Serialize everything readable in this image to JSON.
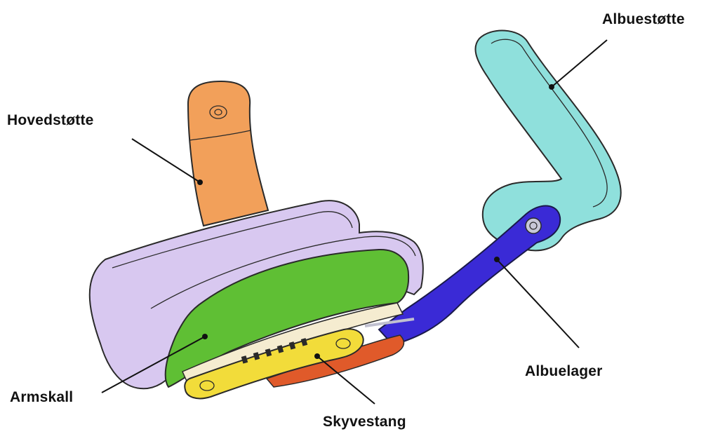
{
  "labels": {
    "albuestotte": "Albuestøtte",
    "hovedstotte": "Hovedstøtte",
    "albuelager": "Albuelager",
    "armskall": "Armskall",
    "skyvestang": "Skyvestang"
  },
  "parts": [
    {
      "id": "albuestotte",
      "color": "#8fe0dc"
    },
    {
      "id": "hovedstotte",
      "color": "#f2a05a"
    },
    {
      "id": "albuelager",
      "color": "#3a2ad6"
    },
    {
      "id": "armskall",
      "color": "#5fbf34"
    },
    {
      "id": "skyvestang",
      "color": "#f2dc3a"
    },
    {
      "id": "outer-shell",
      "color": "#d8c8f0"
    },
    {
      "id": "bottom-plate",
      "color": "#e05a2a"
    }
  ],
  "colors": {
    "outline": "#2a2a2a",
    "leader_line": "#111111",
    "background": "#ffffff"
  }
}
